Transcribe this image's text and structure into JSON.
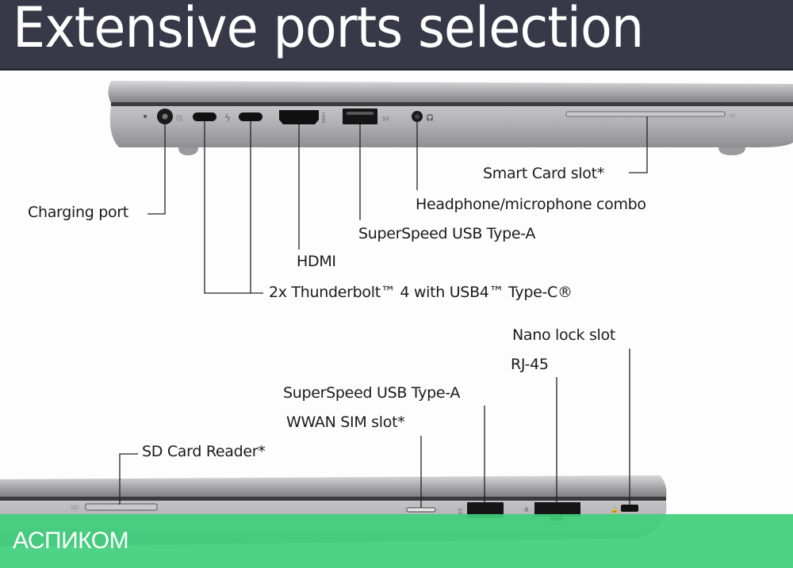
{
  "header": {
    "title": "Extensive ports selection"
  },
  "colors": {
    "header_bg": "#383849",
    "footer_bg": "#45d286",
    "chassis": "#a8a8ab",
    "port": "#111111",
    "label_text": "#1a1a1a"
  },
  "left_side": {
    "port_markings": {
      "charging": "⊡",
      "thunderbolt": "ϟ",
      "hdmi": "HDMI",
      "usb": "SS",
      "audio": "🎧",
      "smart_card": "SC"
    },
    "labels": [
      {
        "id": "charging",
        "text": "Charging port"
      },
      {
        "id": "thunderbolt",
        "text": "2x Thunderbolt™ 4 with USB4™ Type-C®"
      },
      {
        "id": "hdmi",
        "text": "HDMI"
      },
      {
        "id": "usb-a",
        "text": "SuperSpeed USB Type-A"
      },
      {
        "id": "audio",
        "text": "Headphone/microphone combo"
      },
      {
        "id": "smart-card",
        "text": "Smart Card slot*"
      }
    ]
  },
  "right_side": {
    "port_markings": {
      "sd": "SD",
      "usb": "SS",
      "rj45": "⋔",
      "lock": "🔒"
    },
    "labels": [
      {
        "id": "sd",
        "text": "SD Card Reader*"
      },
      {
        "id": "sim",
        "text": "WWAN SIM slot*"
      },
      {
        "id": "usb-a",
        "text": "SuperSpeed USB Type-A"
      },
      {
        "id": "rj45",
        "text": "RJ-45"
      },
      {
        "id": "lock",
        "text": "Nano lock slot"
      }
    ]
  },
  "footer": {
    "brand": "АСПИКОМ"
  }
}
